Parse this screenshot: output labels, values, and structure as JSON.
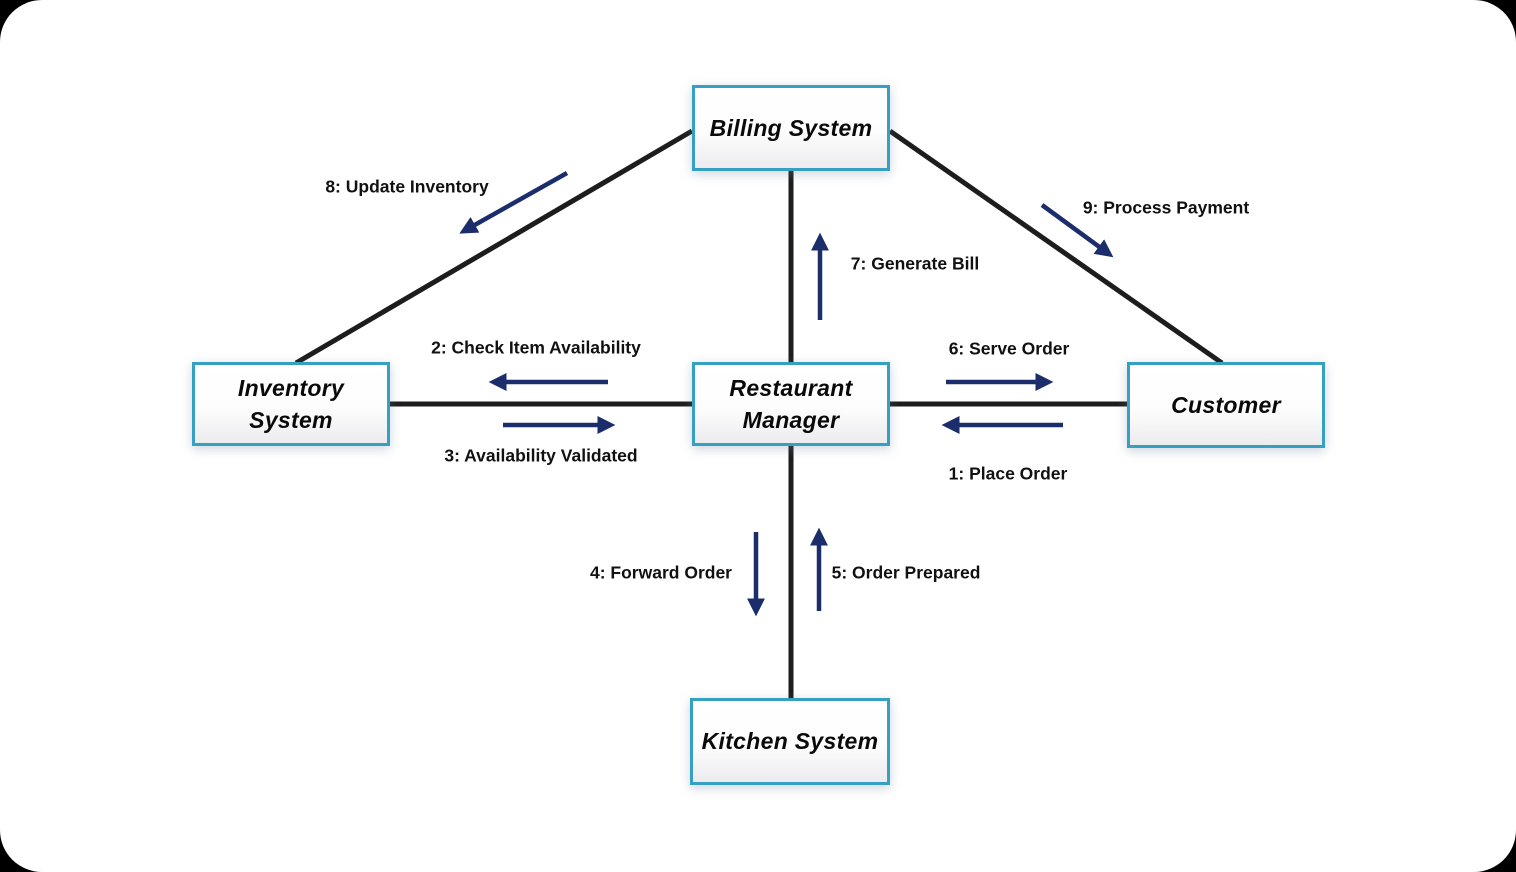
{
  "diagram": {
    "type": "uml-communication-diagram",
    "nodes": [
      {
        "id": "billing-system",
        "label": "Billing System"
      },
      {
        "id": "inventory-system",
        "label": "Inventory\nSystem"
      },
      {
        "id": "restaurant-manager",
        "label": "Restaurant\nManager"
      },
      {
        "id": "customer",
        "label": "Customer"
      },
      {
        "id": "kitchen-system",
        "label": "Kitchen System"
      }
    ],
    "messages": [
      {
        "seq": 1,
        "label": "1: Place Order",
        "from": "customer",
        "to": "restaurant-manager"
      },
      {
        "seq": 2,
        "label": "2: Check Item Availability",
        "from": "restaurant-manager",
        "to": "inventory-system"
      },
      {
        "seq": 3,
        "label": "3: Availability Validated",
        "from": "inventory-system",
        "to": "restaurant-manager"
      },
      {
        "seq": 4,
        "label": "4: Forward Order",
        "from": "restaurant-manager",
        "to": "kitchen-system"
      },
      {
        "seq": 5,
        "label": "5: Order Prepared",
        "from": "kitchen-system",
        "to": "restaurant-manager"
      },
      {
        "seq": 6,
        "label": "6: Serve Order",
        "from": "restaurant-manager",
        "to": "customer"
      },
      {
        "seq": 7,
        "label": "7: Generate Bill",
        "from": "restaurant-manager",
        "to": "billing-system"
      },
      {
        "seq": 8,
        "label": "8: Update Inventory",
        "from": "billing-system",
        "to": "inventory-system"
      },
      {
        "seq": 9,
        "label": "9: Process Payment",
        "from": "billing-system",
        "to": "customer"
      }
    ],
    "colors": {
      "node_border": "#35a0c2",
      "connector": "#1d1d1d",
      "arrow": "#1b2d6b"
    }
  }
}
